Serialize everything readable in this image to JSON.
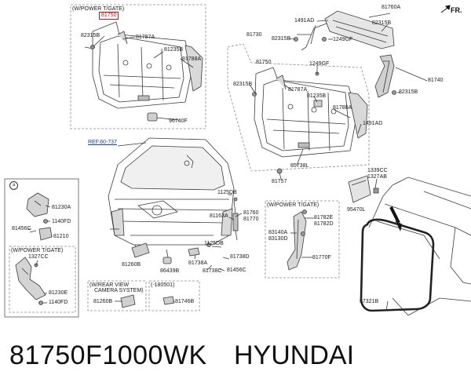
{
  "direction": "FR.",
  "part_number": "81750F1000WK",
  "brand": "HYUNDAI",
  "highlighted_part": "81750",
  "ref": "REF.60-737",
  "boxes": {
    "power_tgate_top": "(W/POWER T/GATE)",
    "power_tgate_mid": "(W/POWER T/GATE)",
    "power_tgate_left": "(W/POWER T/GATE)",
    "rear_view_line1": "(W/REAR VIEW",
    "rear_view_line2": "CAMERA SYSTEM)",
    "date_code": "(-180501)",
    "circle_marker": "a"
  },
  "labels": {
    "top_left_82315B": "82315B",
    "top_left_81787A": "81787A",
    "top_left_81235B": "81235B",
    "top_left_81788A": "81788A",
    "top_left_96740F": "96740F",
    "tr_81760A": "81760A",
    "tr_1491AD": "1491AD",
    "tr_82315B_a": "82315B",
    "tr_81730": "81730",
    "tr_82315B_b": "82315B",
    "tr_1249GF": "1249GF",
    "mid_81750": "81750",
    "mid_1249GF": "1249GF",
    "mid_82315B": "82315B",
    "mid_81787A": "81787A",
    "mid_81235B": "81235B",
    "mid_81788A": "81788A",
    "mid_1491AD": "1491AD",
    "mid_85738L": "85738L",
    "mid_81757": "81757",
    "r_81740": "81740",
    "r_82315B": "82315B",
    "r_1339CC": "1339CC",
    "r_1327AB": "1327AB",
    "r_95470L": "95470L",
    "r_87321B": "87321B",
    "c_1125DB_a": "1125DB",
    "c_81163A": "81163A",
    "c_81760": "81760",
    "c_81770": "81770",
    "c_1125DB_b": "1125DB",
    "c_81738D": "81738D",
    "c_81738A": "81738A",
    "c_81738C": "81738C",
    "c_81456C": "81456C",
    "c_86439B": "86439B",
    "c_81260B_a": "81260B",
    "c_81260B_b": "81260B",
    "c_81746B": "81746B",
    "g_81782E": "81782E",
    "g_81782D": "81782D",
    "g_83140A": "83140A",
    "g_83130D": "83130D",
    "g_81770F": "81770F",
    "l_81230A": "81230A",
    "l_1140FD_a": "1140FD",
    "l_81456C": "81456C",
    "l_81210": "81210",
    "l_1327CC": "1327CC",
    "l_81230E": "81230E",
    "l_1140FD_b": "1140FD"
  },
  "colors": {
    "line": "#3a3a3a",
    "highlight": "#c0141c",
    "ref": "#1a3d8f",
    "box": "#8a8a8a"
  }
}
